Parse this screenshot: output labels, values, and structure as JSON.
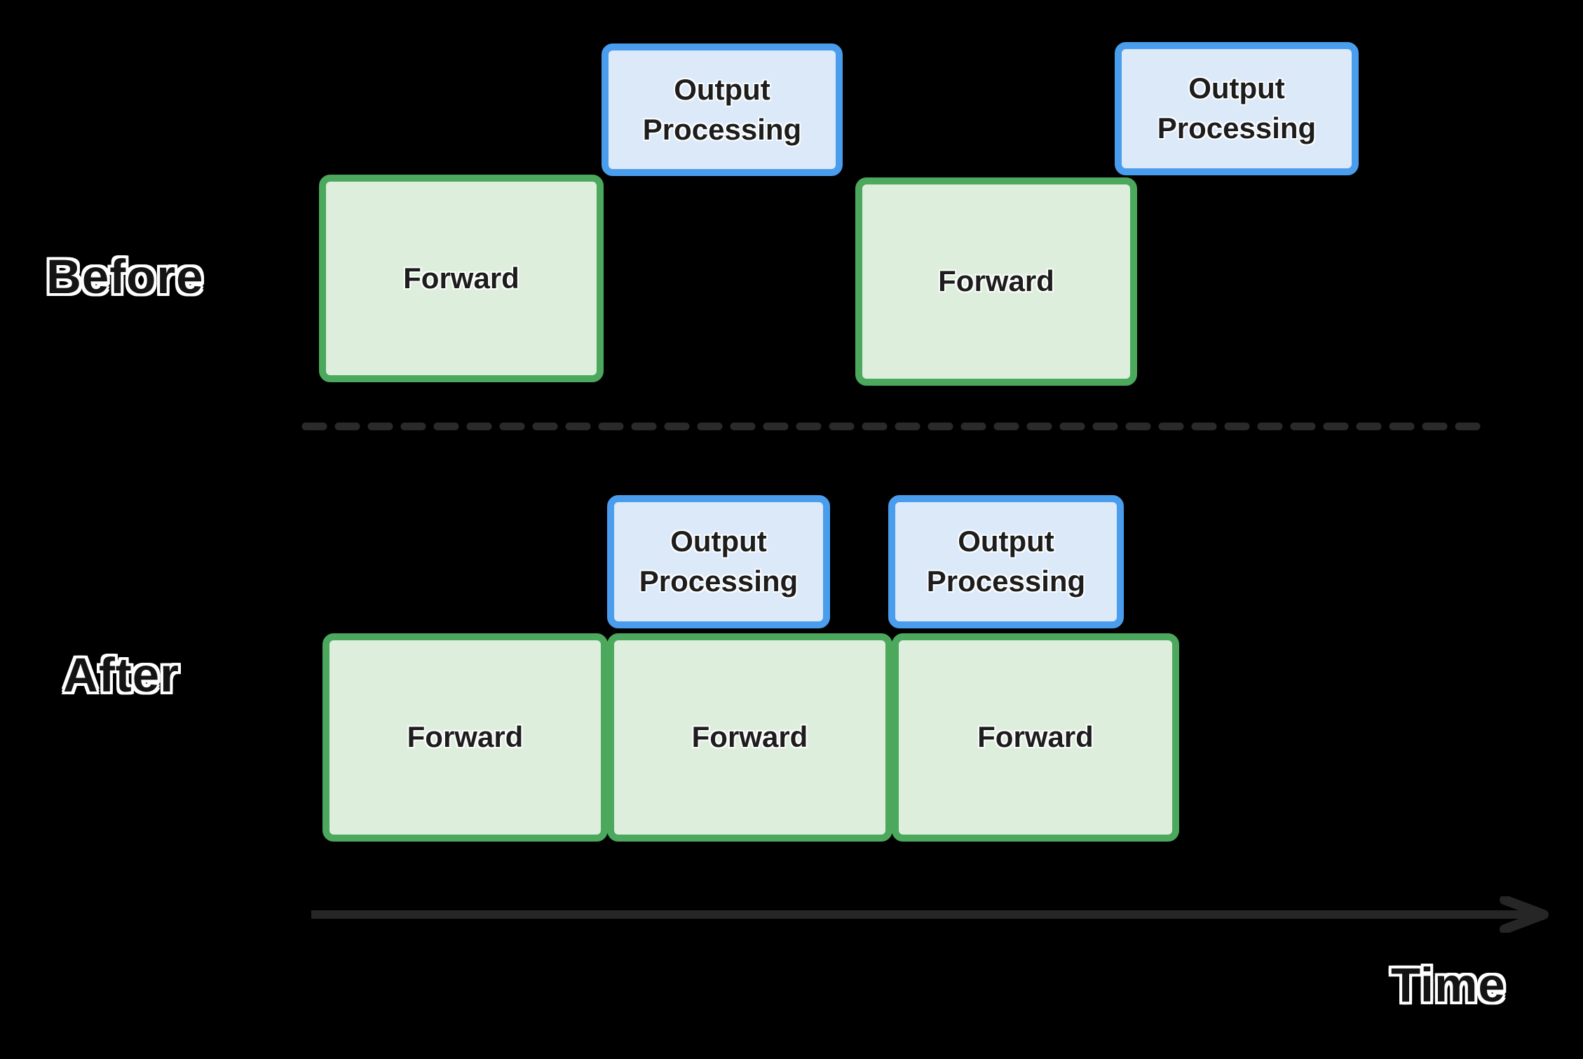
{
  "rows": [
    {
      "label": "Before",
      "blocks": [
        {
          "kind": "forward",
          "label": "Forward"
        },
        {
          "kind": "output-processing",
          "label": "Output Processing"
        },
        {
          "kind": "forward",
          "label": "Forward"
        },
        {
          "kind": "output-processing",
          "label": "Output Processing"
        }
      ]
    },
    {
      "label": "After",
      "blocks": [
        {
          "kind": "output-processing",
          "label": "Output Processing"
        },
        {
          "kind": "output-processing",
          "label": "Output Processing"
        },
        {
          "kind": "forward",
          "label": "Forward"
        },
        {
          "kind": "forward",
          "label": "Forward"
        },
        {
          "kind": "forward",
          "label": "Forward"
        }
      ]
    }
  ],
  "axis": {
    "label": "Time"
  },
  "colors": {
    "background": "#000000",
    "forward_border": "#4ba85c",
    "forward_fill": "#deeedd",
    "output_border": "#4a9ded",
    "output_fill": "#dbe9f9",
    "divider_dash": "#2a2a2a",
    "axis_arrow": "#262626",
    "label_text": "#141414",
    "block_text": "#1d1d1d"
  }
}
